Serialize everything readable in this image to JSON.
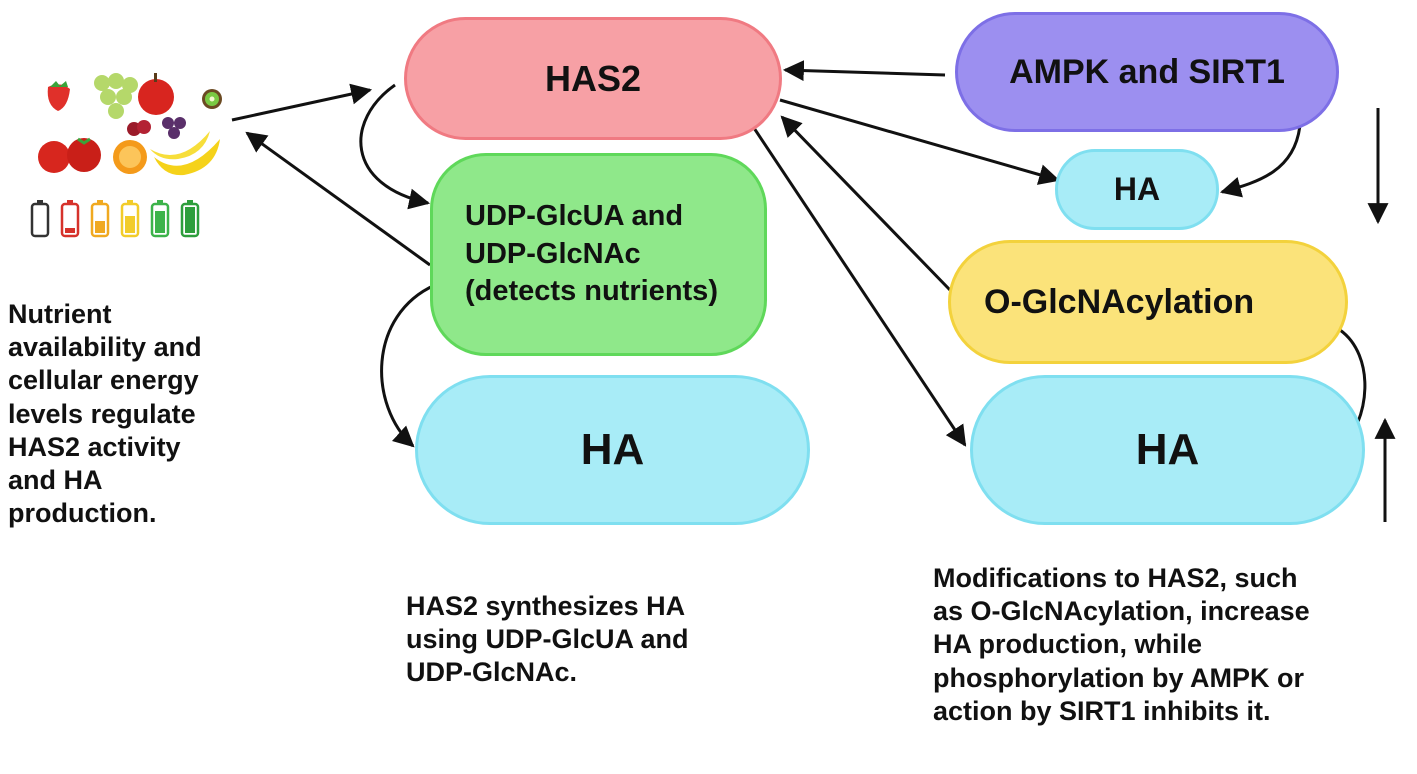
{
  "nodes": {
    "has2": "HAS2",
    "ampk_sirt1": "AMPK and SIRT1",
    "udp": "UDP-GlcUA and\nUDP-GlcNAc\n(detects nutrients)",
    "ha_center": "HA",
    "ha_small": "HA",
    "oglcnac": "O-GlcNAcylation",
    "ha_right": "HA"
  },
  "captions": {
    "left": "Nutrient\navailability and\ncellular energy\nlevels regulate\nHAS2 activity\nand HA\nproduction.",
    "center": "HAS2 synthesizes HA\nusing UDP-GlcUA and\nUDP-GlcNAc.",
    "right": "Modifications to HAS2, such\nas O-GlcNAcylation, increase\nHA production, while\nphosphorylation by AMPK or\naction by SIRT1 inhibits it."
  },
  "colors": {
    "has2_fill": "#f7a0a5",
    "has2_border": "#f07a82",
    "ampk_fill": "#9c8ff0",
    "ampk_border": "#7d6fe6",
    "udp_fill": "#8fe88a",
    "udp_border": "#5fd85a",
    "ha_fill": "#a8ecf7",
    "ha_border": "#7fdff0",
    "oglc_fill": "#fbe37a",
    "oglc_border": "#f3d23c"
  },
  "icons": [
    "fruit-illustration-icon",
    "battery-levels-icon",
    "down-arrow-icon",
    "up-arrow-icon"
  ]
}
